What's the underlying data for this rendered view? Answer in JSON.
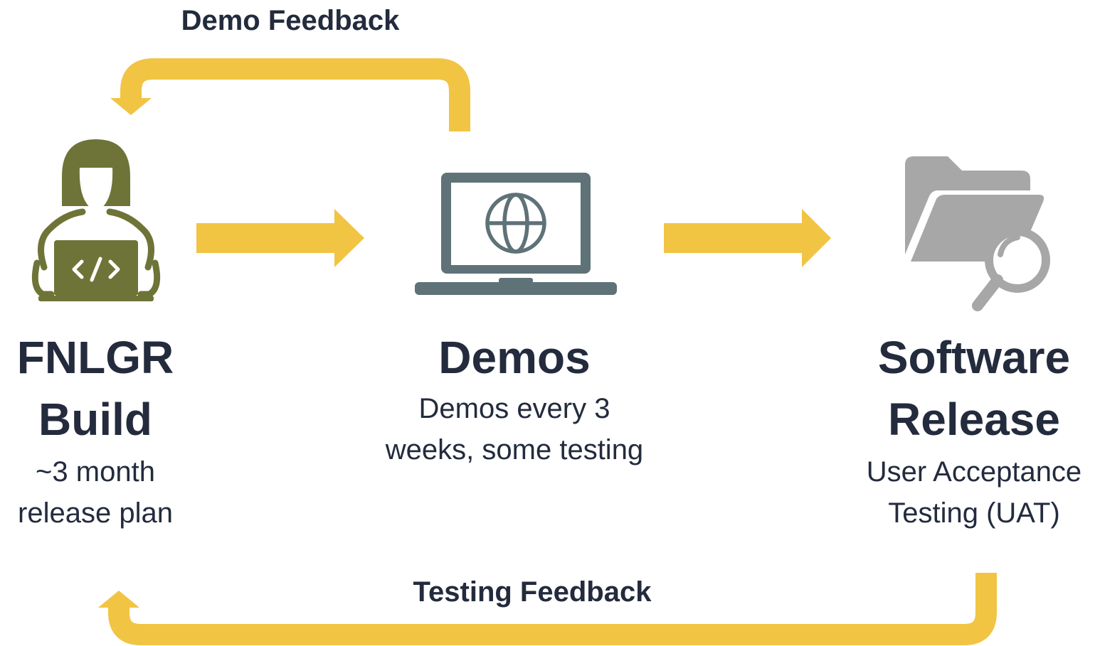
{
  "diagram": {
    "arrow_color": "#f2c443",
    "feedback": {
      "demo_label": "Demo Feedback",
      "testing_label": "Testing Feedback"
    },
    "stages": [
      {
        "title_line1": "FNLGR",
        "title_line2": "Build",
        "desc_line1": "~3 month",
        "desc_line2": "release plan",
        "icon": "developer-coding-icon",
        "icon_color": "#6e7437"
      },
      {
        "title_line1": "Demos",
        "desc_line1": "Demos every 3",
        "desc_line2": "weeks, some testing",
        "icon": "laptop-globe-icon",
        "icon_color": "#5e7278"
      },
      {
        "title_line1": "Software",
        "title_line2": "Release",
        "desc_line1": "User Acceptance",
        "desc_line2": "Testing (UAT)",
        "icon": "folder-search-icon",
        "icon_color": "#a7a7a7"
      }
    ]
  }
}
